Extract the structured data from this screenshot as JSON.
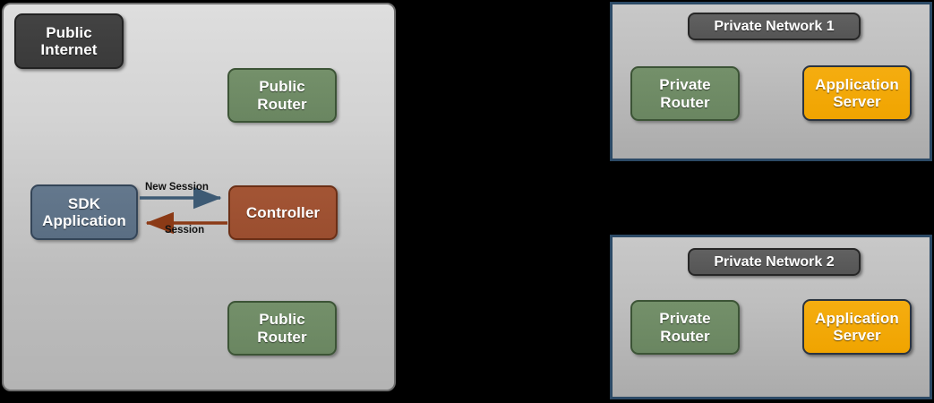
{
  "diagram": {
    "title": "Network session establishment diagram",
    "colors": {
      "public_panel_bg": "#d3d3d3",
      "public_panel_border": "#6e6e6e",
      "private_panel_bg": "#bfbfbf",
      "private_panel_border": "#2c4a66",
      "dark_node": "#3a3a3a",
      "green_node": "#6a8661",
      "blue_node": "#5a6e83",
      "brown_node": "#9a4e2f",
      "orange_node": "#f0a400",
      "label_node": "#555555",
      "arrow_new_session": "#3d5a74",
      "arrow_session": "#8b3a16"
    }
  },
  "public_panel": {
    "name": "Public Internet zone",
    "nodes": {
      "public_internet": {
        "line1": "Public",
        "line2": "Internet"
      },
      "public_router_top": {
        "line1": "Public",
        "line2": "Router"
      },
      "sdk_application": {
        "line1": "SDK",
        "line2": "Application"
      },
      "controller": {
        "line1": "Controller",
        "line2": ""
      },
      "public_router_bottom": {
        "line1": "Public",
        "line2": "Router"
      }
    },
    "arrows": [
      {
        "id": "new-session",
        "label": "New Session",
        "from": "sdk-application",
        "to": "controller",
        "direction": "right",
        "color": "#3d5a74"
      },
      {
        "id": "session",
        "label": "Session",
        "from": "controller",
        "to": "sdk-application",
        "direction": "left",
        "color": "#8b3a16"
      }
    ]
  },
  "private_networks": [
    {
      "title": "Private Network 1",
      "router": {
        "line1": "Private",
        "line2": "Router"
      },
      "server": {
        "line1": "Application",
        "line2": "Server"
      }
    },
    {
      "title": "Private Network 2",
      "router": {
        "line1": "Private",
        "line2": "Router"
      },
      "server": {
        "line1": "Application",
        "line2": "Server"
      }
    }
  ]
}
